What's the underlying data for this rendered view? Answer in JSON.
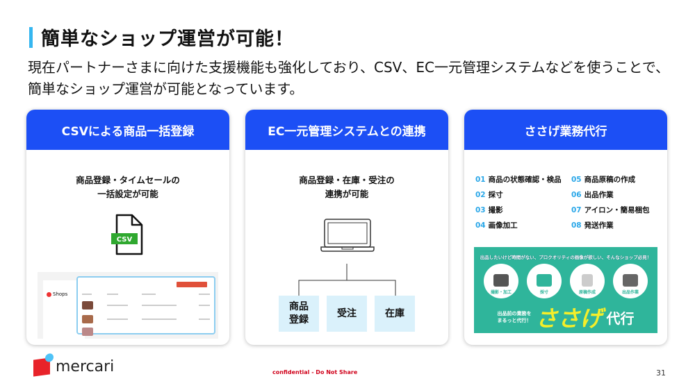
{
  "title": "簡単なショップ運営が可能！",
  "lead": "現在パートナーさまに向けた支援機能も強化しており、CSV、EC一元管理システムなどを使うことで、簡単なショップ運営が可能となっています。",
  "accent_color": "#1c4ff5",
  "cards": [
    {
      "header": "CSVによる商品一括登録",
      "desc_line1": "商品登録・タイムセールの",
      "desc_line2": "一括設定が可能",
      "icon": "csv-file-icon",
      "icon_label": "CSV",
      "screenshot_logo": "Shops"
    },
    {
      "header": "EC一元管理システムとの連携",
      "desc_line1": "商品登録・在庫・受注の",
      "desc_line2": "連携が可能",
      "icon": "laptop-icon",
      "boxes": [
        "商品\n登録",
        "受注",
        "在庫"
      ]
    },
    {
      "header": "ささげ業務代行",
      "items": [
        {
          "num": "01",
          "label": "商品の状態確認・検品"
        },
        {
          "num": "05",
          "label": "商品原稿の作成"
        },
        {
          "num": "02",
          "label": "採寸"
        },
        {
          "num": "06",
          "label": "出品作業"
        },
        {
          "num": "03",
          "label": "撮影"
        },
        {
          "num": "07",
          "label": "アイロン・簡易梱包"
        },
        {
          "num": "04",
          "label": "画像加工"
        },
        {
          "num": "08",
          "label": "発送作業"
        }
      ],
      "banner": {
        "top": "出品したいけど時間がない、プロクオリティの画像が欲しい、そんなショップ必見！",
        "circles": [
          "撮影・加工",
          "採寸",
          "原稿作成",
          "出品作業"
        ],
        "sub1": "出品前の業務を",
        "sub2": "まるっと代行！",
        "big": "ささげ",
        "big2": "代行"
      }
    }
  ],
  "footer": {
    "logo": "mercari",
    "confidential": "confidential - Do Not Share",
    "page": "31"
  }
}
